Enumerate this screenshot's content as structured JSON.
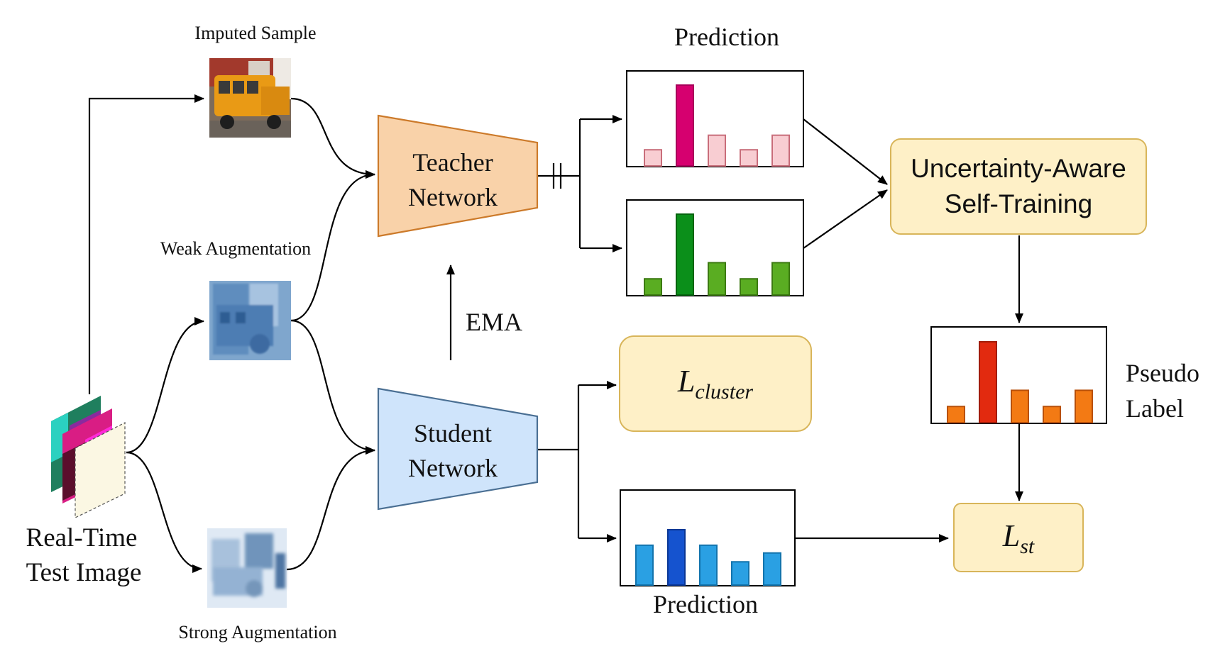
{
  "labels": {
    "imputed_sample": "Imputed Sample",
    "weak_augmentation": "Weak Augmentation",
    "strong_augmentation": "Strong Augmentation",
    "input_line1": "Real-Time",
    "input_line2": "Test Image",
    "teacher_line1": "Teacher",
    "teacher_line2": "Network",
    "student_line1": "Student",
    "student_line2": "Network",
    "ema": "EMA",
    "prediction_top": "Prediction",
    "prediction_bottom": "Prediction",
    "uat_line1": "Uncertainty-Aware",
    "uat_line2": "Self-Training",
    "pseudo_line1": "Pseudo",
    "pseudo_line2": "Label",
    "l_cluster_main": "L",
    "l_cluster_sub": "cluster",
    "l_st_main": "L",
    "l_st_sub": "st"
  },
  "colors": {
    "teacher_fill": "#f9d2a9",
    "teacher_stroke": "#cc7a2a",
    "student_fill": "#cfe4fb",
    "student_stroke": "#4a6f93",
    "yellow_fill": "#fef0c7",
    "yellow_stroke": "#d8b55a"
  },
  "histograms": {
    "teacher_pink": {
      "values": [
        0.2,
        1.0,
        0.38,
        0.2,
        0.38
      ],
      "fills": [
        "#f8cdd2",
        "#d6006f",
        "#f8cdd2",
        "#f8cdd2",
        "#f8cdd2"
      ],
      "strokes": [
        "#c86d7a",
        "#a8005a",
        "#c86d7a",
        "#c86d7a",
        "#c86d7a"
      ]
    },
    "teacher_green": {
      "values": [
        0.2,
        1.0,
        0.4,
        0.2,
        0.4
      ],
      "fills": [
        "#5aad22",
        "#0b8f1a",
        "#5aad22",
        "#5aad22",
        "#5aad22"
      ],
      "strokes": [
        "#3c7a12",
        "#06650f",
        "#3c7a12",
        "#3c7a12",
        "#3c7a12"
      ]
    },
    "pseudo_label": {
      "values": [
        0.2,
        1.0,
        0.4,
        0.2,
        0.4
      ],
      "fills": [
        "#f37a14",
        "#e22a0f",
        "#f37a14",
        "#f37a14",
        "#f37a14"
      ],
      "strokes": [
        "#b8500a",
        "#a21c08",
        "#b8500a",
        "#b8500a",
        "#b8500a"
      ]
    },
    "student_blue": {
      "values": [
        0.72,
        1.0,
        0.72,
        0.42,
        0.58
      ],
      "fills": [
        "#2aa0e3",
        "#1553cf",
        "#2aa0e3",
        "#2aa0e3",
        "#2aa0e3"
      ],
      "strokes": [
        "#1374ad",
        "#0b3795",
        "#1374ad",
        "#1374ad",
        "#1374ad"
      ]
    }
  }
}
